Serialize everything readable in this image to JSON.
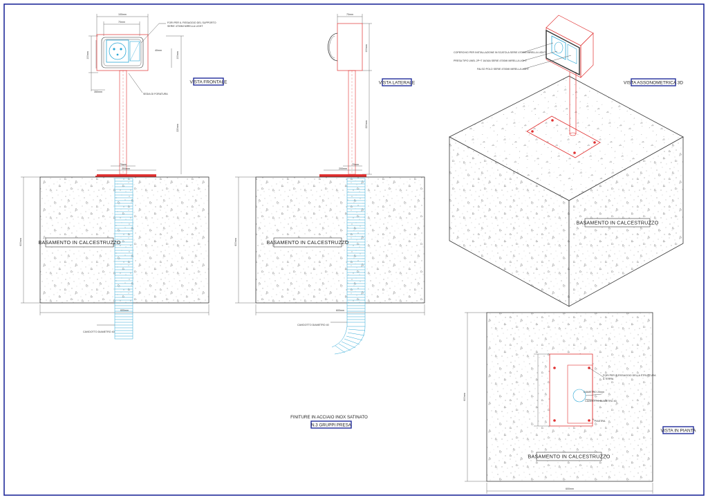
{
  "colors": {
    "frame": "#1f2a9a",
    "red": "#e03030",
    "cyan": "#2aa7d6",
    "ink": "#333333"
  },
  "labels": {
    "front": "VISTA FRONTALE",
    "side": "VISTA LATERALE",
    "axon": "VISTA ASSONOMETRICA 3D",
    "plan": "VISTA IN PIANTA"
  },
  "base_label": "BASAMENTO IN CALCESTRUZZO",
  "notes": {
    "finish": "FINITURE IN ACCIAIO INOX SATINATO",
    "groups": "N.3 GRUPPI PRESA"
  },
  "annotations": {
    "front_fori": "FORI PER IL FISSAGGIO DEL SUPPORTO",
    "front_serie": "SERIE 4700MI MIRELLA LIGHT",
    "front_sedia": "SEDIA DI FORATURA",
    "front_cavidotto": "CAVIDOTTO DIAMETRO 40",
    "side_cavidotto": "CAVIDOTTO DIAMETRO 40",
    "axon_1": "COPERCHIO PER INSTALLAZIONE IN SCATOLA SERIE 4700MI MIRELLA LIGHT",
    "axon_2": "PRESA TIPO UNEL 2P+T 16/16A SERIE 4700MI MIRELLA LIGHT",
    "axon_3": "FALSO POLO SERIE 4700MI MIRELLA LIGHT",
    "plan_fori_1": "FORI PER IL FISSAGGIO DELLA STRUTTURA",
    "plan_fori_2": "A TERRA",
    "plan_diam": "DIAMETRO 20mm",
    "plan_cav": "CAVIDOTTO DIAMETRO 40",
    "plan_piastra": "PIASTRA"
  },
  "dims": {
    "f_top": "100mm",
    "f_mid": "70mm",
    "f_r1": "40mm",
    "f_r2": "100mm",
    "f_h": "220mm",
    "f_p1": "70mm",
    "f_p2": "200mm",
    "f_base_h": "600mm",
    "f_base_w": "600mm",
    "f_pole": "350mm",
    "s_top": "70mm",
    "s_r": "100mm",
    "s_h": "220mm",
    "s_p1": "70mm",
    "s_p2": "200mm",
    "s_base_h": "600mm",
    "s_base_w": "600mm",
    "p_h": "600mm",
    "p_w": "600mm"
  }
}
